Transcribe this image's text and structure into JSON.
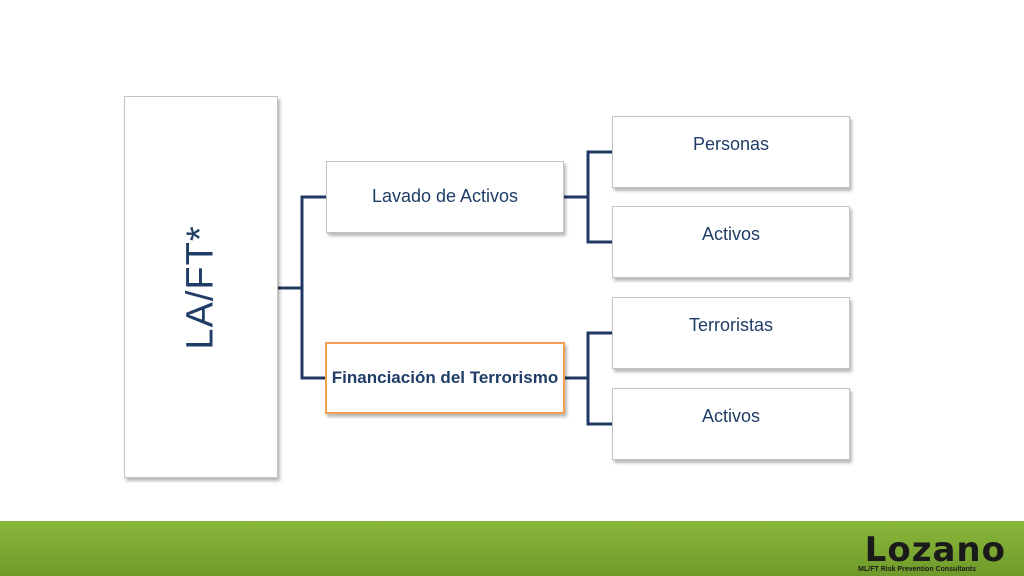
{
  "diagram": {
    "root": {
      "label": "LA/FT*"
    },
    "branches": [
      {
        "label": "Lavado de Activos",
        "highlighted": false,
        "children": [
          "Personas",
          "Activos"
        ]
      },
      {
        "label": "Financiación del Terrorismo",
        "highlighted": true,
        "children": [
          "Terroristas",
          "Activos"
        ]
      }
    ]
  },
  "footer": {
    "logo_text": "Lozano",
    "logo_tagline": "ML/FT Risk Prevention Consultants"
  },
  "colors": {
    "text": "#1f3d66",
    "connector": "#1f3864",
    "highlight_border": "#f0a050",
    "footer_green": "#7aa832"
  }
}
